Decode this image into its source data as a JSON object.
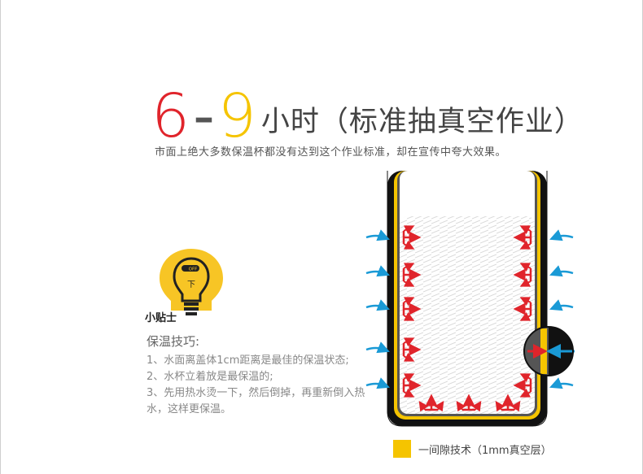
{
  "headline": {
    "num_start": "6",
    "dash": "-",
    "num_end": "9",
    "tail": "小时（标准抽真空作业）",
    "start_color": "#e0242b",
    "end_color": "#f5c400"
  },
  "subtitle": "市面上绝大多数保温杯都没有达到这个作业标准，却在宣传中夸大效果。",
  "tips": {
    "badge": "小贴士",
    "title": "保温技巧:",
    "items": [
      "1、水面离盖体1cm距离是最佳的保温状态;",
      "2、水杯立着放是最保温的;",
      "3、先用热水烫一下，然后倒掉，再重新倒入热水，这样更保温。"
    ]
  },
  "bulb": {
    "switch_label": "OFF",
    "char": "下"
  },
  "legend": {
    "label": "一间隙技术（1mm真空层）",
    "color": "#f5c400"
  },
  "colors": {
    "hot_arrow": "#e0242b",
    "cold_arrow": "#1a9ad6",
    "wall": "#111111",
    "gap": "#f5c400"
  },
  "icons": [
    "light-bulb-icon",
    "heat-arrow-icon",
    "cold-arrow-icon",
    "magnifier-icon"
  ]
}
